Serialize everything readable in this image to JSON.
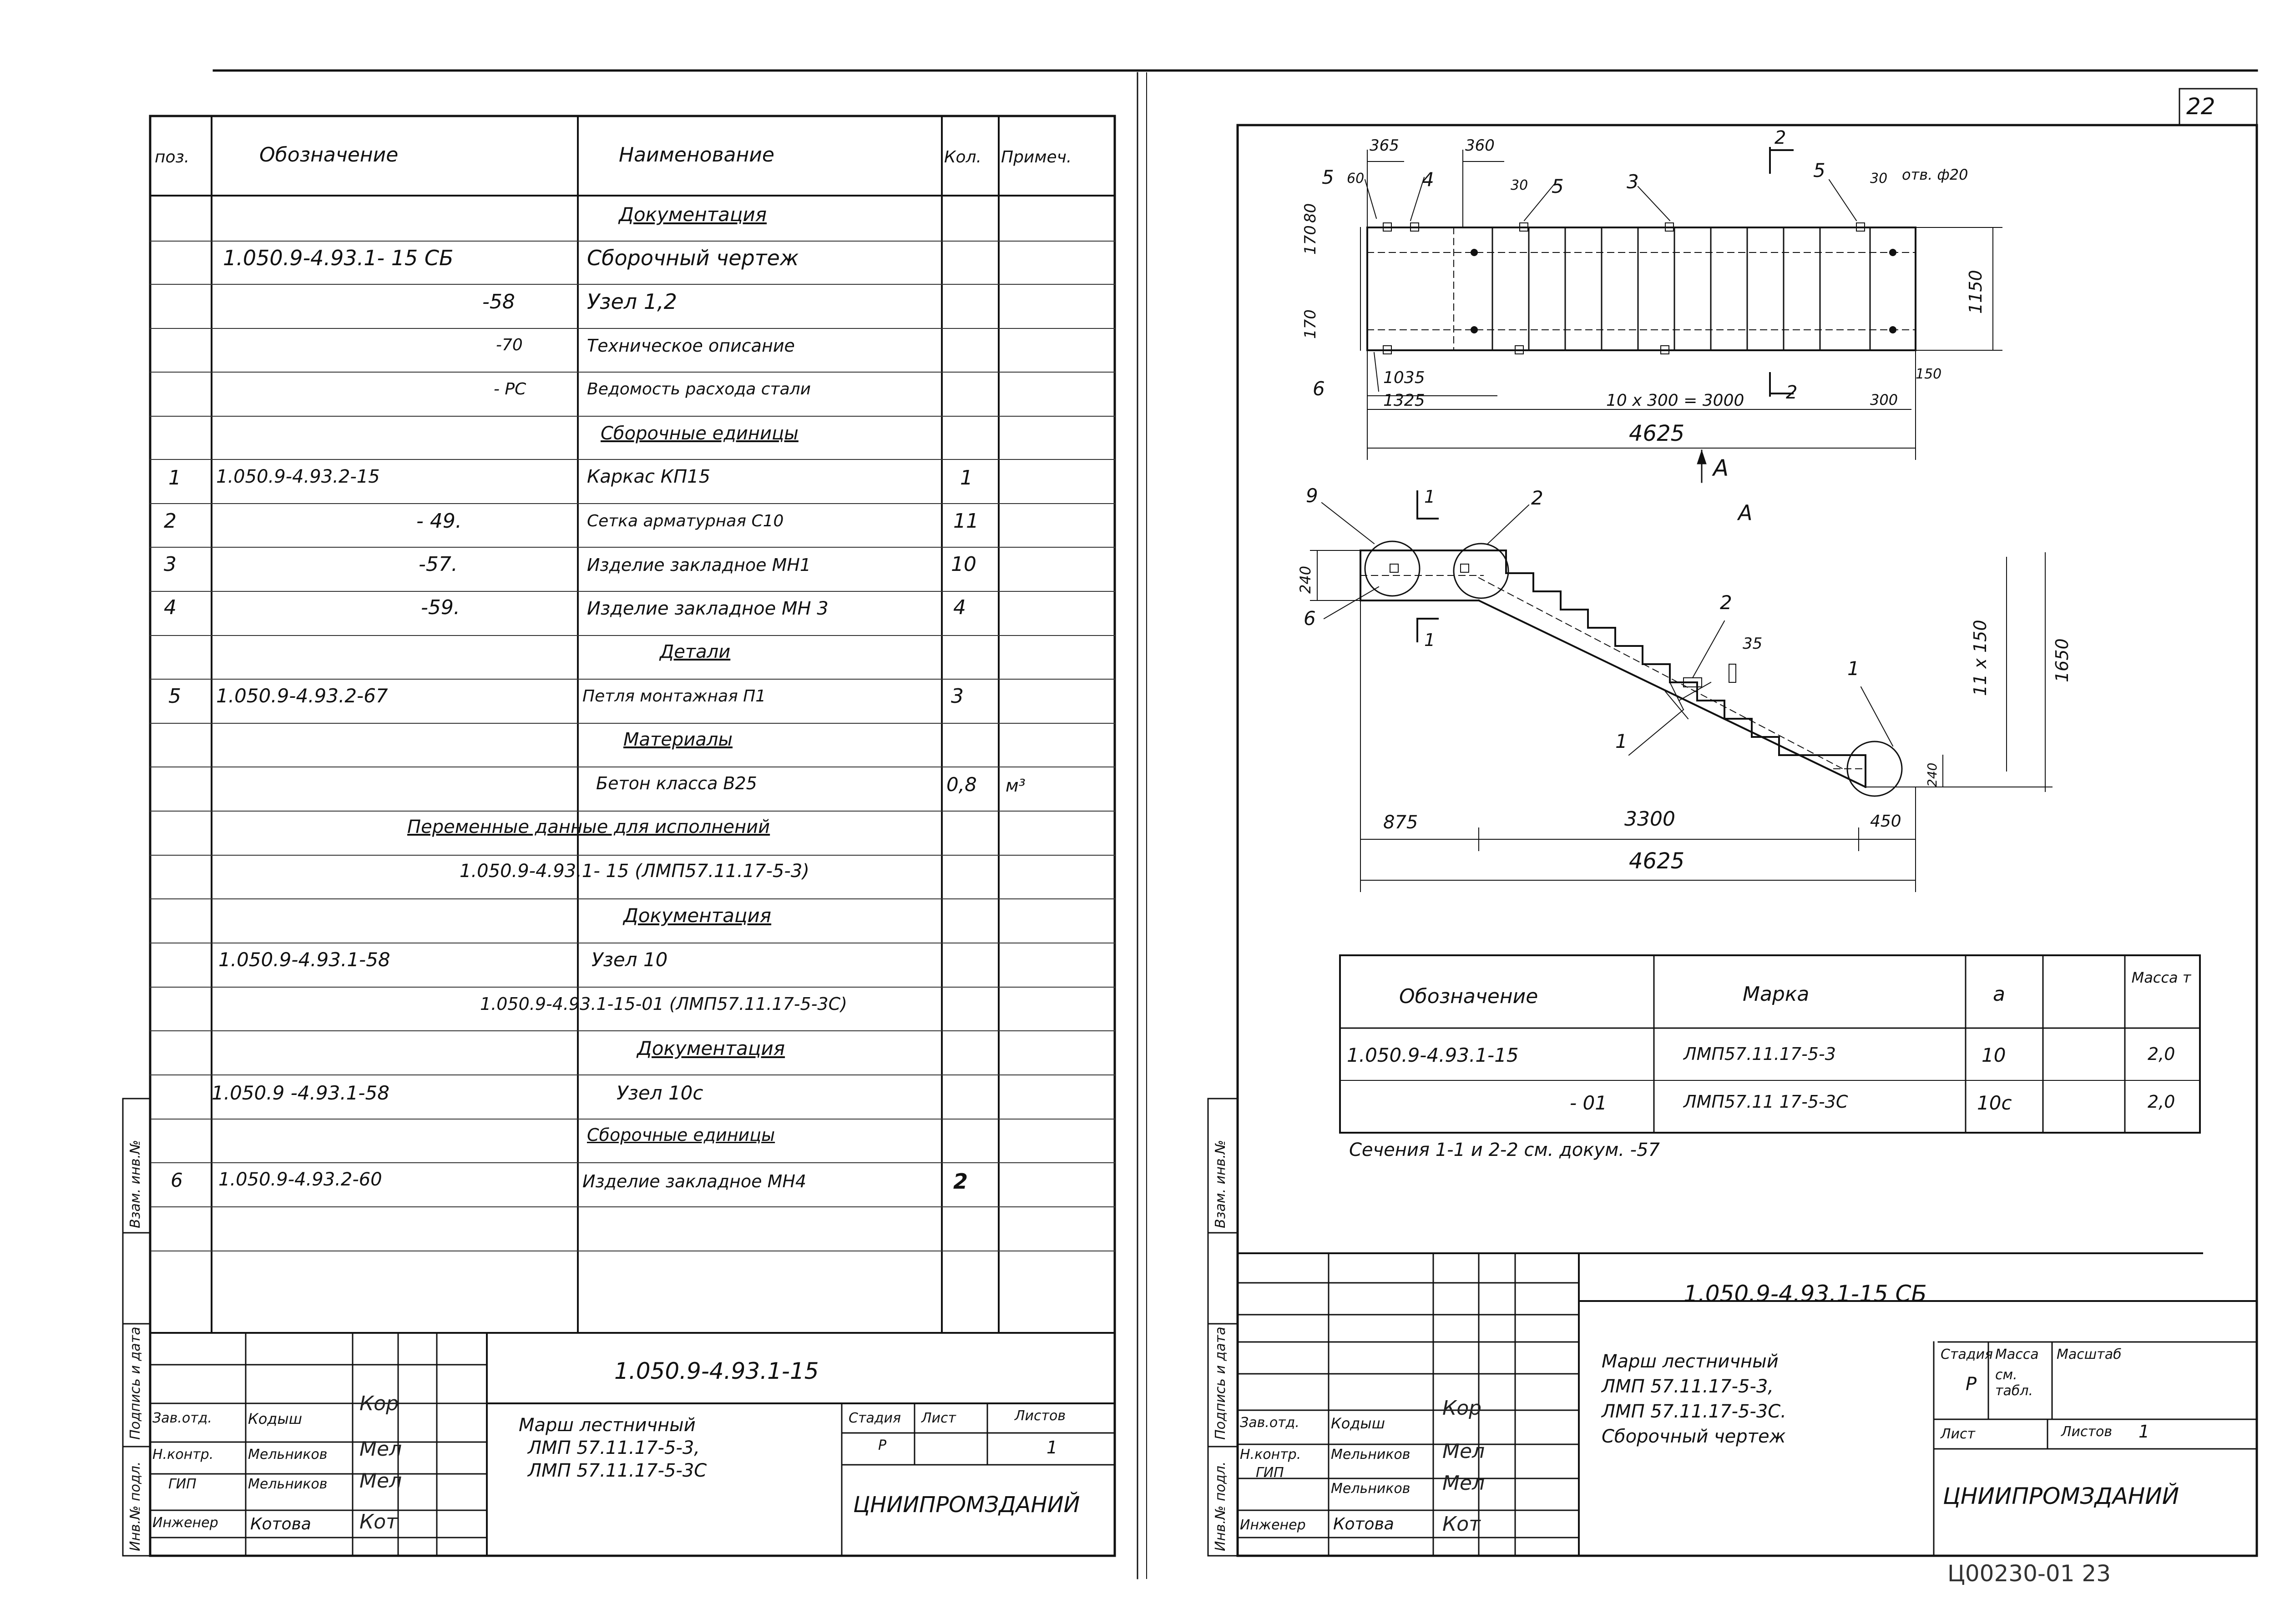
{
  "sheet_number": "22",
  "bottom_code": "Ц00230-01  23",
  "left_sheet": {
    "headers": {
      "pos": "поз.",
      "designation": "Обозначение",
      "name": "Наименование",
      "qty": "Кол.",
      "note": "Примеч."
    },
    "rows": [
      {
        "pos": "",
        "designation": "",
        "name": "Документация",
        "qty": "",
        "note": "",
        "section": true
      },
      {
        "pos": "",
        "designation": "1.050.9-4.93.1- 15 СБ",
        "name": "Сборочный чертеж",
        "qty": "",
        "note": ""
      },
      {
        "pos": "",
        "designation": "-58",
        "name": "Узел 1,2",
        "qty": "",
        "note": ""
      },
      {
        "pos": "",
        "designation": "-70",
        "name": "Техническое описание",
        "qty": "",
        "note": ""
      },
      {
        "pos": "",
        "designation": "- РС",
        "name": "Ведомость расхода стали",
        "qty": "",
        "note": ""
      },
      {
        "pos": "",
        "designation": "",
        "name": "Сборочные единицы",
        "qty": "",
        "note": "",
        "section": true
      },
      {
        "pos": "1",
        "designation": "1.050.9-4.93.2-15",
        "name": "Каркас КП15",
        "qty": "1",
        "note": ""
      },
      {
        "pos": "2",
        "designation": "- 49.",
        "name": "Сетка арматурная С10",
        "qty": "11",
        "note": ""
      },
      {
        "pos": "3",
        "designation": "-57.",
        "name": "Изделие закладное МН1",
        "qty": "10",
        "note": ""
      },
      {
        "pos": "4",
        "designation": "-59.",
        "name": "Изделие закладное МН 3",
        "qty": "4",
        "note": ""
      },
      {
        "pos": "",
        "designation": "",
        "name": "Детали",
        "qty": "",
        "note": "",
        "section": true
      },
      {
        "pos": "5",
        "designation": "1.050.9-4.93.2-67",
        "name": "Петля монтажная П1",
        "qty": "3",
        "note": ""
      },
      {
        "pos": "",
        "designation": "",
        "name": "Материалы",
        "qty": "",
        "note": "",
        "section": true
      },
      {
        "pos": "",
        "designation": "",
        "name": "Бетон класса В25",
        "qty": "0,8",
        "note": "м³"
      },
      {
        "pos": "",
        "designation": "",
        "name": "",
        "qty": "",
        "note": "",
        "span": "Переменные данные для исполнений",
        "span_ul": true
      },
      {
        "pos": "",
        "designation": "",
        "name": "",
        "qty": "",
        "note": "",
        "span": "1.050.9-4.93.1- 15 (ЛМП57.11.17-5-3)"
      },
      {
        "pos": "",
        "designation": "",
        "name": "Документация",
        "qty": "",
        "note": "",
        "section": true
      },
      {
        "pos": "",
        "designation": "1.050.9-4.93.1-58",
        "name": "Узел 10",
        "qty": "",
        "note": ""
      },
      {
        "pos": "",
        "designation": "",
        "name": "",
        "qty": "",
        "note": "",
        "span": "1.050.9-4.93.1-15-01 (ЛМП57.11.17-5-3С)"
      },
      {
        "pos": "",
        "designation": "",
        "name": "Документация",
        "qty": "",
        "note": "",
        "section": true
      },
      {
        "pos": "",
        "designation": "1.050.9 -4.93.1-58",
        "name": "Узел 10с",
        "qty": "",
        "note": ""
      },
      {
        "pos": "",
        "designation": "",
        "name": "Сборочные единицы",
        "qty": "",
        "note": "",
        "section": true
      },
      {
        "pos": "6",
        "designation": "1.050.9-4.93.2-60",
        "name": "Изделие закладное МН4",
        "qty": "2",
        "note": ""
      }
    ],
    "stamp": {
      "code": "1.050.9-4.93.1-15",
      "title_lines": [
        "Марш лестничный",
        "ЛМП 57.11.17-5-3,",
        "ЛМП 57.11.17-5-3С"
      ],
      "stage_label": "Стадия",
      "sheet_label": "Лист",
      "sheets_label": "Листов",
      "stage": "Р",
      "sheets": "1",
      "org": "ЦНИИПРОМЗДАНИЙ",
      "people": [
        {
          "role": "Зав.отд.",
          "name": "Кодыш",
          "sign": "Кор"
        },
        {
          "role": "Н.контр.",
          "name": "Мельников",
          "sign": "Мел"
        },
        {
          "role": "ГИП",
          "name": "Мельников",
          "sign": "Мел"
        },
        {
          "role": "Инженер",
          "name": "Котова",
          "sign": "Кот"
        }
      ]
    },
    "side_labels": [
      "Инв.№ подл.",
      "Подпись и дата",
      "Взам. инв.№"
    ]
  },
  "right_sheet": {
    "plan": {
      "dims": [
        "365",
        "360",
        "60",
        "170",
        "80",
        "170",
        "1035",
        "1325",
        "10 x 300 = 3000",
        "300",
        "150",
        "4625",
        "1150",
        "30",
        "30"
      ],
      "hole_label": "отв. ф20",
      "positions": [
        "5",
        "4",
        "5",
        "3",
        "5",
        "6"
      ],
      "section_marks": [
        "2",
        "2"
      ],
      "view_arrow": "А"
    },
    "elevation": {
      "view_label": "А",
      "positions": [
        "9",
        "2",
        "6",
        "2",
        "1",
        "1"
      ],
      "section_marks": [
        "1",
        "1"
      ],
      "dims": [
        "240",
        "35",
        "11 x 150",
        "1650",
        "240",
        "875",
        "3300",
        "450",
        "4625"
      ]
    },
    "table": {
      "headers": {
        "designation": "Обозначение",
        "mark": "Марка",
        "a": "а",
        "blank": "",
        "mass": "Масса т"
      },
      "rows": [
        {
          "designation": "1.050.9-4.93.1-15",
          "mark": "ЛМП57.11.17-5-3",
          "a": "10",
          "blank": "",
          "mass": "2,0"
        },
        {
          "designation": "- 01",
          "mark": "ЛМП57.11 17-5-3С",
          "a": "10с",
          "blank": "",
          "mass": "2,0"
        }
      ]
    },
    "note": "Сечения  1-1 и 2-2  см. докум. -57",
    "stamp": {
      "code": "1.050.9-4.93.1-15 СБ",
      "title_lines": [
        "Марш лестничный",
        "ЛМП 57.11.17-5-3,",
        "ЛМП 57.11.17-5-3С.",
        "Сборочный чертеж"
      ],
      "stage_label": "Стадия",
      "mass_label": "Масса",
      "scale_label": "Масштаб",
      "stage": "Р",
      "mass": "см. табл.",
      "sheet_label": "Лист",
      "sheets_label": "Листов",
      "sheets": "1",
      "org": "ЦНИИПРОМЗДАНИЙ",
      "people": [
        {
          "role": "Зав.отд.",
          "name": "Кодыш",
          "sign": "Кор"
        },
        {
          "role": "Н.контр.",
          "name": "Мельников",
          "sign": "Мел"
        },
        {
          "role": "ГИП",
          "name": "Мельников",
          "sign": "Мел"
        },
        {
          "role": "Инженер",
          "name": "Котова",
          "sign": "Кот"
        }
      ]
    },
    "side_labels": [
      "Инв.№ подл.",
      "Подпись и дата",
      "Взам. инв.№"
    ]
  }
}
